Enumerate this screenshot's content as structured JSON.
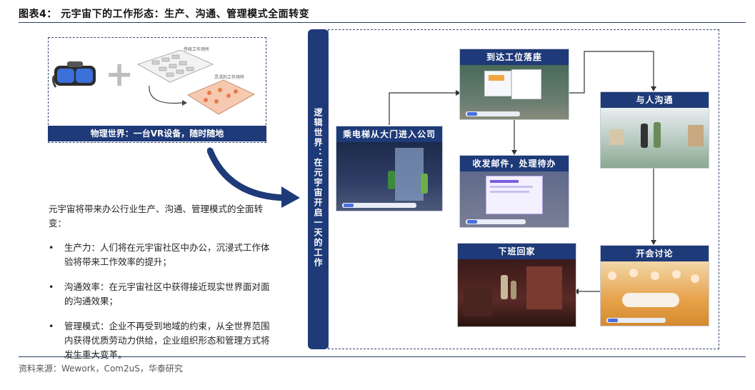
{
  "title": "图表4：  元宇宙下的工作形态：生产、沟通、管理模式全面转变",
  "physical": {
    "caption": "物理世界：一台VR设备，随时随地",
    "label_traditional": "传统工作场所",
    "label_flexible": "灵活的工作场所"
  },
  "left_text": {
    "lead": "元宇宙将带来办公行业生产、沟通、管理模式的全面转变：",
    "bullets": [
      "生产力：人们将在元宇宙社区中办公，沉浸式工作体验将带来工作效率的提升；",
      "沟通效率：在元宇宙社区中获得接近现实世界面对面的沟通效果；",
      "管理模式：企业不再受到地域的约束，从全世界范围内获得优质劳动力供给，企业组织形态和管理方式将发生重大变革。"
    ]
  },
  "logic_bar": "逻辑世界：在元宇宙开启一天的工作",
  "scenes": {
    "elevator": "乘电梯从大门进入公司",
    "desk": "到达工位落座",
    "mail": "收发邮件，处理待办",
    "talk": "与人沟通",
    "meeting": "开会讨论",
    "home": "下班回家"
  },
  "source": "资料来源：Wework，Com2uS，华泰研究",
  "colors": {
    "navy": "#1e3a78",
    "rule": "#2b3a67"
  }
}
